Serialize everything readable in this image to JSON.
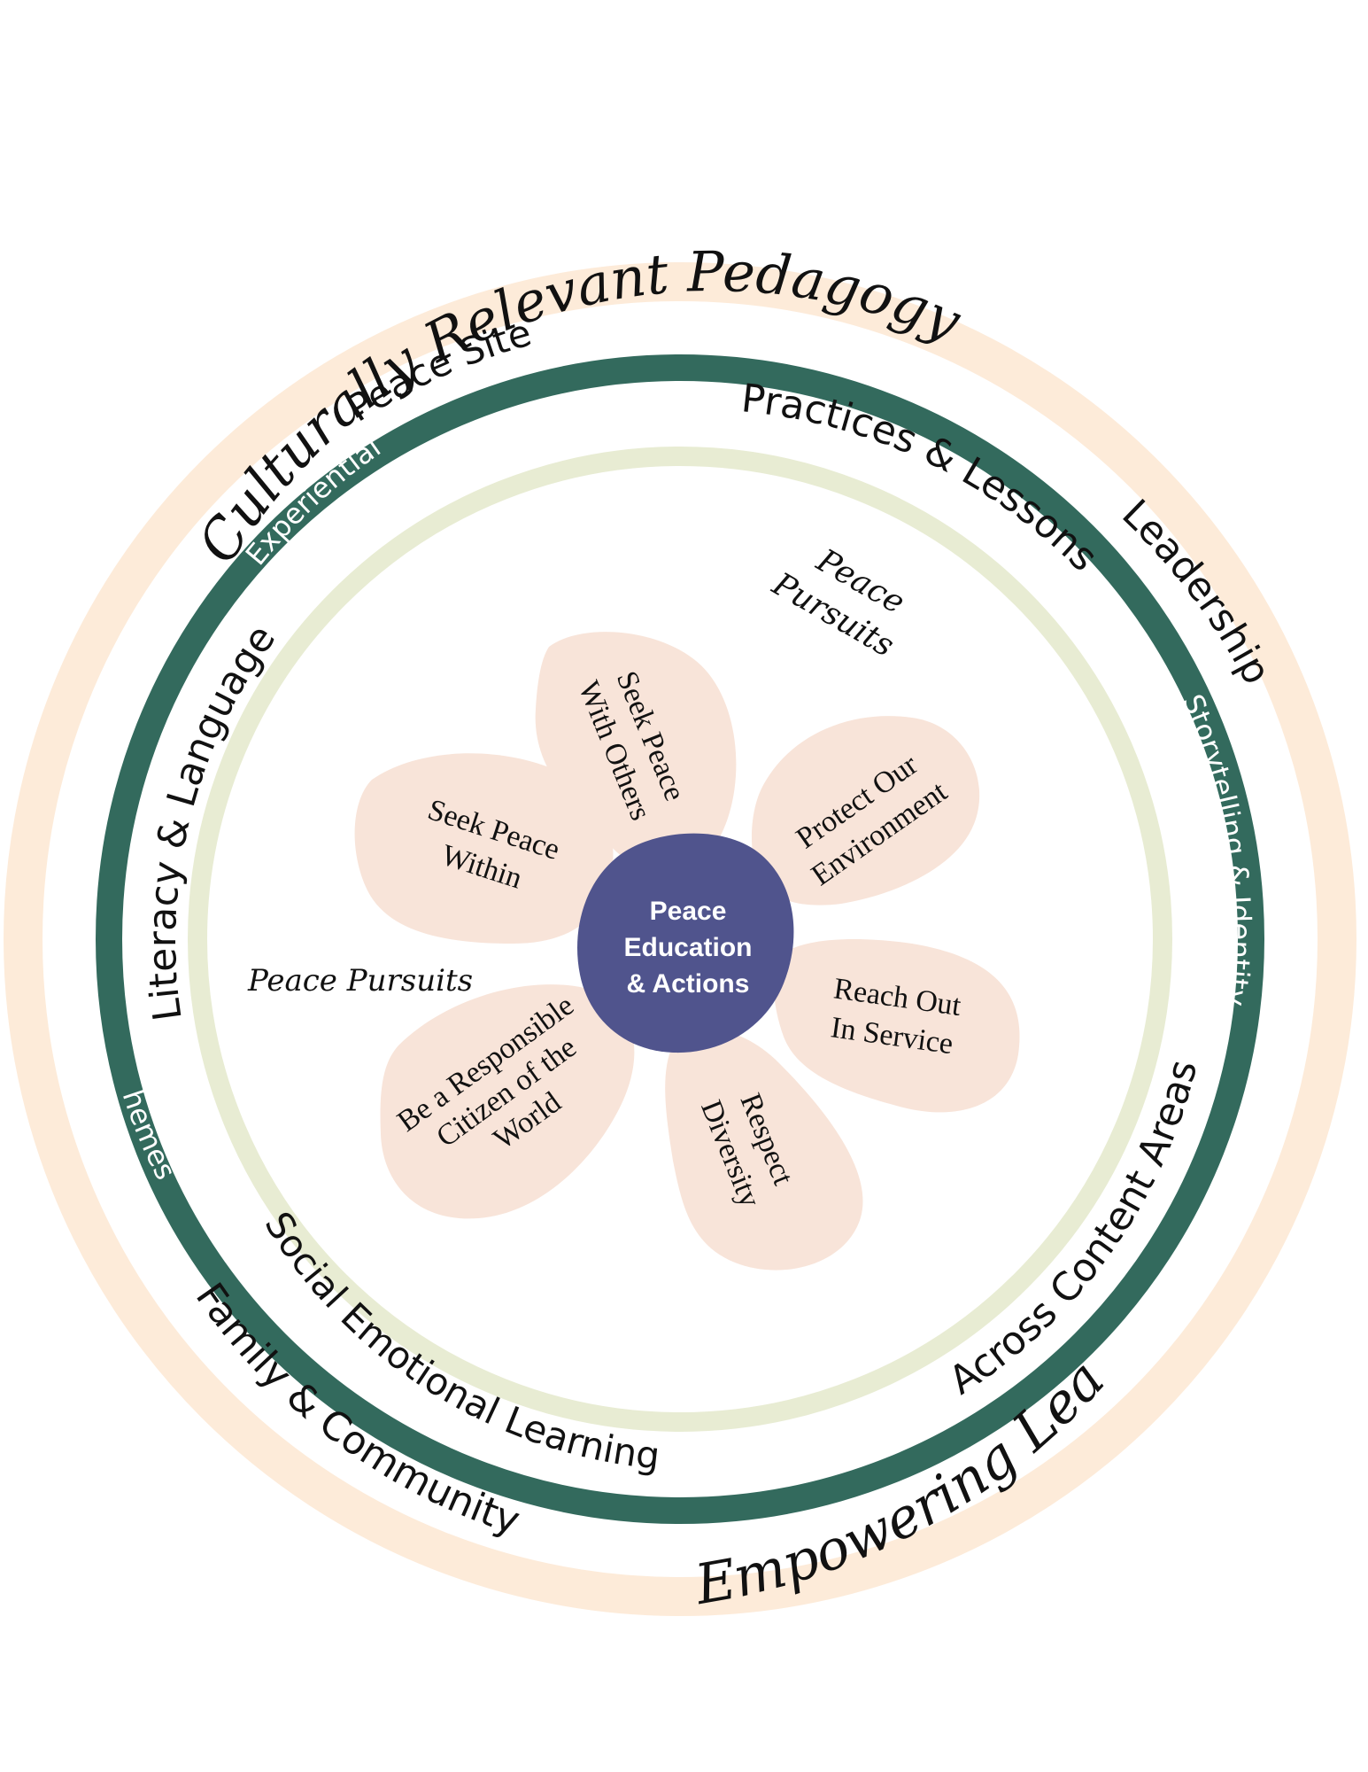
{
  "colors": {
    "outer_ring": "#fdebd9",
    "middle_ring": "#336a5d",
    "inner_ring": "#e8ecd3",
    "petal": "#f8e4d9",
    "center": "#50548d",
    "background": "#ffffff"
  },
  "outer_ring": {
    "top_script": "Culturally Relevant Pedagogy",
    "bottom_script": "Empowering Learners"
  },
  "outer_gap_labels": {
    "peace_site": "Peace Site",
    "practices_lessons": "Practices & Lessons",
    "leadership": "Leadership",
    "literacy_language": "Literacy & Language",
    "across_content_areas": "Across Content Areas",
    "family_community": "Family & Community",
    "social_emotional_learning": "Social Emotional Learning"
  },
  "green_ring_labels": {
    "experiential": "Experiential",
    "storytelling_identity": "Storytelling & Identity",
    "themes": "Themes"
  },
  "inner_script": {
    "peace_pursuits_top_line1": "Peace",
    "peace_pursuits_top_line2": "Pursuits",
    "peace_pursuits_left": "Peace Pursuits"
  },
  "petals": {
    "seek_peace_with_others": [
      "Seek Peace",
      "With Others"
    ],
    "protect_environment": [
      "Protect Our",
      "Environment"
    ],
    "reach_out": [
      "Reach Out",
      "In Service"
    ],
    "respect_diversity": [
      "Respect",
      "Diversity"
    ],
    "responsible_citizen": [
      "Be a Responsible",
      "Citizen of the",
      "World"
    ],
    "seek_peace_within": [
      "Seek Peace",
      "Within"
    ]
  },
  "center": {
    "line1": "Peace",
    "line2": "Education",
    "line3": "& Actions"
  }
}
